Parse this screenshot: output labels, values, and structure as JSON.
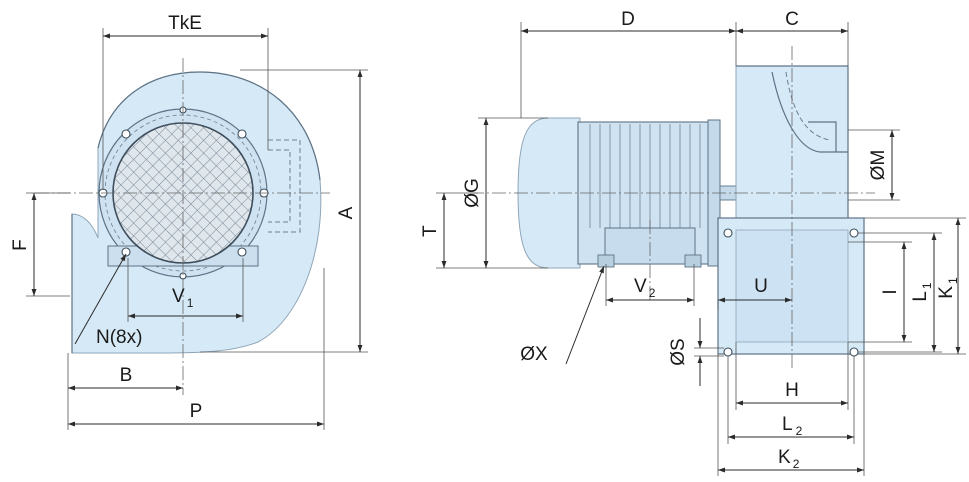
{
  "colors": {
    "housing_fill": "#d6e9f7",
    "line": "#2b2b2b",
    "edge": "#5e7386",
    "mesh": "#6f7f8c"
  },
  "labels": {
    "tke": "TkE",
    "a": "A",
    "f": "F",
    "v1": "V",
    "v1_sub": "1",
    "n8x": "N(8x)",
    "b": "B",
    "p": "P",
    "d": "D",
    "c": "C",
    "g": "ØG",
    "t": "T",
    "m": "ØM",
    "v2": "V",
    "v2_sub": "2",
    "u": "U",
    "x": "ØX",
    "s": "ØS",
    "i": "I",
    "l1": "L",
    "l1_sub": "1",
    "k1": "K",
    "k1_sub": "1",
    "h": "H",
    "l2": "L",
    "l2_sub": "2",
    "k2": "K",
    "k2_sub": "2"
  }
}
